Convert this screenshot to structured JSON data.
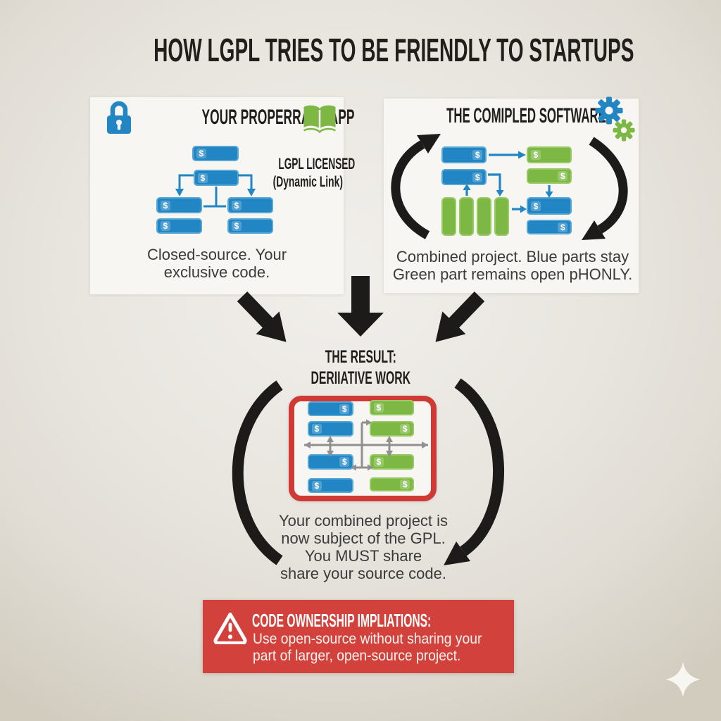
{
  "title": "HOW LGPL TRIES TO BE FRIENDLY TO STARTUPS",
  "symbols": {
    "dollar": "$"
  },
  "left_panel": {
    "heading": "YOUR PROPERRARY APP",
    "license_line1": "LGPL LICENSED",
    "license_line2": "(Dynamic Link)",
    "caption": [
      "Closed-source. Your",
      "exclusive code."
    ]
  },
  "right_panel": {
    "heading": "THE COMIPLED SOFTWARE",
    "caption": [
      "Combined project. Blue parts stay",
      "Green part remains open pHONLY."
    ]
  },
  "result": {
    "heading_line1": "THE RESULT:",
    "heading_line2": "DERIIATIVE WORK",
    "caption": [
      "Your combined project is",
      "now subject of the GPL.",
      "You MUST share",
      "share your source code."
    ]
  },
  "warning_banner": {
    "heading": "CODE OWNERSHIP IMPLIATIONS:",
    "body": [
      "Use open-source without sharing your",
      "part of larger, open-source project."
    ]
  },
  "icons": {
    "lock": "lock-icon",
    "book": "open-book-icon",
    "gears": "gears-icon",
    "warning": "warning-triangle-icon",
    "sparkle": "sparkle-icon"
  },
  "colors": {
    "background": "#e8e5df",
    "panel": "#f7f6f3",
    "blue": "#2286c4",
    "green": "#7cb843",
    "black": "#1d1b1a",
    "red_banner": "#d2413b",
    "red_border": "#d03a34",
    "gray_arrow": "#909090"
  }
}
